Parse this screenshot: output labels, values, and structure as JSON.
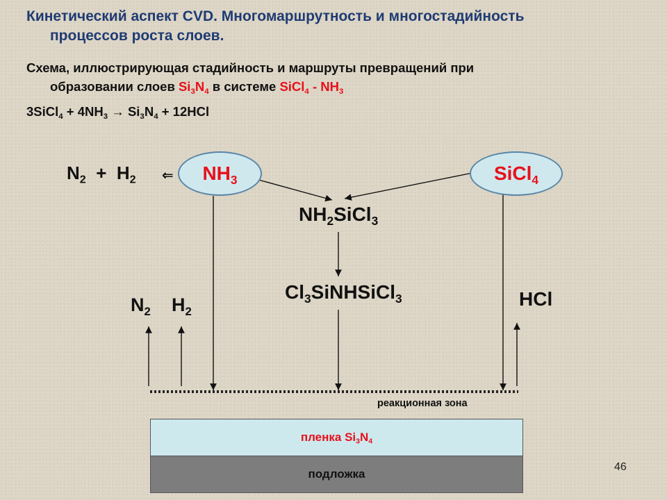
{
  "title": {
    "line1": "Кинетический аспект CVD. Многомаршрутность и многостадийность",
    "line2": "процессов роста слоев."
  },
  "subtitle": {
    "line1": "Схема, иллюстрирующая стадийность и маршруты превращений при",
    "line2_prefix": "образовании слоев ",
    "line2_film_base": "Si",
    "line2_film_sub1": "3",
    "line2_film_mid": "N",
    "line2_film_sub2": "4",
    "line2_middle": " в системе ",
    "line2_system_a": "SiCl",
    "line2_system_a_sub": "4",
    "line2_system_sep": " - NH",
    "line2_system_b_sub": "3"
  },
  "equation": {
    "part1": "3SiCl",
    "sub1": "4",
    "part2": " + 4NH",
    "sub2": "3",
    "arrow": "→",
    "part3": "Si",
    "sub3": "3",
    "part4": "N",
    "sub4": "4",
    "part5": " + 12HCl"
  },
  "diagram": {
    "nh3": {
      "base": "NH",
      "sub": "3"
    },
    "sicl4": {
      "base": "SiCl",
      "sub": "4"
    },
    "decomposition": {
      "n": "N",
      "n_sub": "2",
      "plus": "+",
      "h": "H",
      "h_sub": "2",
      "arrow": "⇐"
    },
    "intermediate1": {
      "a": "NH",
      "a_sub": "2",
      "b": "SiCl",
      "b_sub": "3"
    },
    "intermediate2": {
      "a": "Cl",
      "a_sub": "3",
      "b": "SiNHSiCl",
      "b_sub": "3"
    },
    "product_n2": {
      "base": "N",
      "sub": "2"
    },
    "product_h2": {
      "base": "H",
      "sub": "2"
    },
    "product_hcl": "HCl",
    "reaction_zone_label": "реакционная зона",
    "film": {
      "prefix": "пленка ",
      "a": "Si",
      "a_sub": "3",
      "b": "N",
      "b_sub": "4"
    },
    "substrate": "подложка"
  },
  "page_number": "46",
  "colors": {
    "title": "#1f3b73",
    "accent_red": "#e8101a",
    "ellipse_fill": "#cfe8ee",
    "film_fill": "#cde9ee",
    "substrate_fill": "#7d7d7d"
  }
}
